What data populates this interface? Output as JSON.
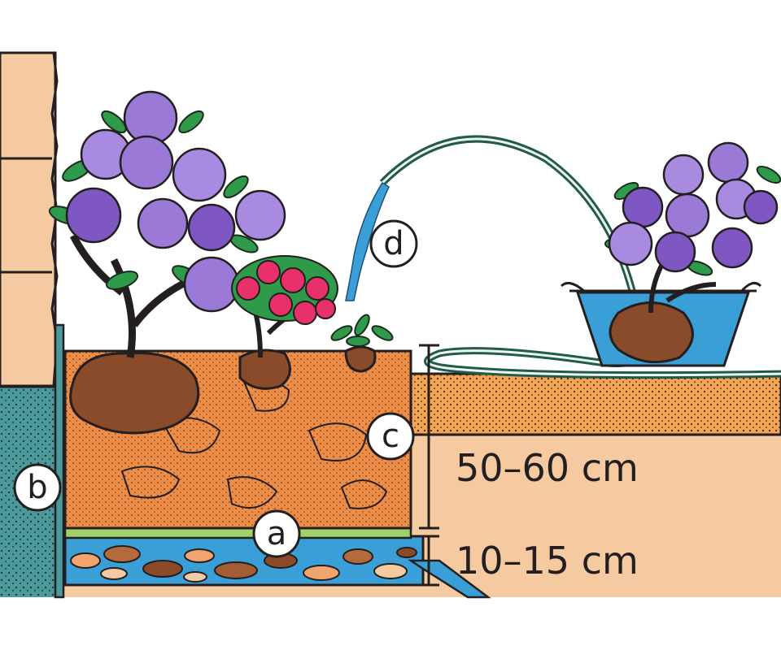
{
  "callouts": {
    "a": "a",
    "b": "b",
    "c": "c",
    "d": "d"
  },
  "dimensions": {
    "bed_depth": "50–60 cm",
    "drainage_depth": "10–15 cm"
  },
  "colors": {
    "wall_stone": "#f6caa0",
    "soil_orange": "#ee8d48",
    "gravel_blue": "#3a9fd6",
    "fleece_green": "#9fd36a",
    "sand_orange": "#f3a454",
    "concrete_teal": "#4d9a9c",
    "hose_green": "#1f5c4a",
    "flower_purple": "#9a7ad6",
    "flower_pink": "#e8306a",
    "leaf_green": "#2f9a4a"
  }
}
